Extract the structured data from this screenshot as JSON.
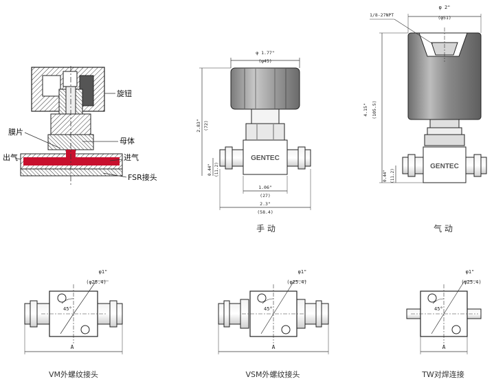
{
  "section_view": {
    "labels": {
      "knob": "旋钮",
      "diaphragm": "膜片",
      "body": "母体",
      "outlet": "出气",
      "inlet": "进气",
      "fitting": "FSR接头"
    }
  },
  "manual_view": {
    "brand": "GENTEC",
    "caption": "手 动",
    "dims": {
      "knob_dia_in": "φ 1.77\"",
      "knob_dia_mm": "(φ45)",
      "height_in": "2.83\"",
      "height_mm": "(72)",
      "port_h_in": "0.44\"",
      "port_h_mm": "(11.2)",
      "body_w_in": "1.06\"",
      "body_w_mm": "(27)",
      "overall_in": "2.3\"",
      "overall_mm": "(58.4)"
    }
  },
  "pneumatic_view": {
    "brand": "GENTEC",
    "caption": "气 动",
    "dims": {
      "port": "1/8-27NPT",
      "dia_in": "φ 2\"",
      "dia_mm": "(φ51)",
      "height_in": "4.15\"",
      "height_mm": "(105.5)",
      "port_h_in": "0.44\"",
      "port_h_mm": "(11.2)"
    }
  },
  "top_views": [
    {
      "caption": "VM外螺纹接头",
      "dia_in": "φ1\"",
      "dia_mm": "(φ25.4)",
      "angle": "45°",
      "dim": "A"
    },
    {
      "caption": "VSM外螺纹接头",
      "dia_in": "φ1\"",
      "dia_mm": "(φ25.4)",
      "angle": "45°",
      "dim": "A"
    },
    {
      "caption": "TW对焊连接",
      "dia_in": "φ1\"",
      "dia_mm": "(φ25.4)",
      "angle": "45°",
      "dim": "A"
    }
  ],
  "colors": {
    "flow_path": "#c8102e",
    "line": "#333333",
    "hatch_fill": "#d9d9d9",
    "knob_fill": "#888888"
  }
}
